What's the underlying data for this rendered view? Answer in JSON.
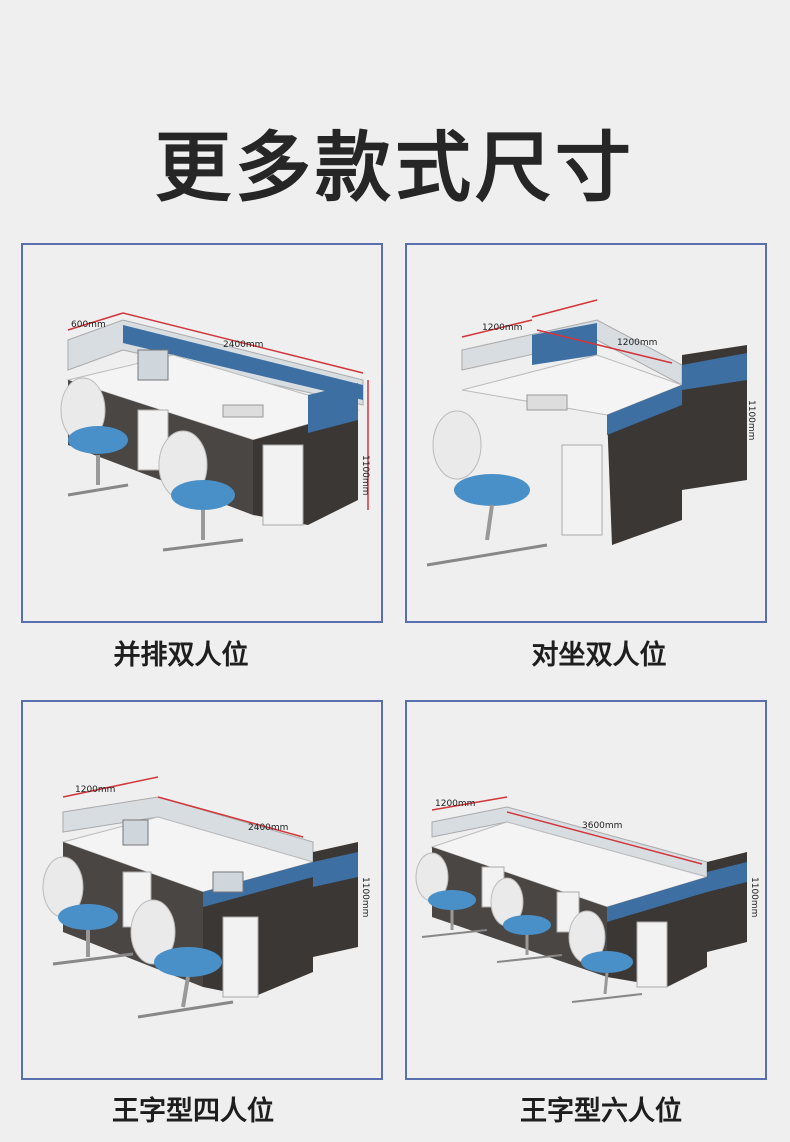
{
  "page": {
    "title": "更多款式尺寸"
  },
  "products": [
    {
      "label": "并排双人位",
      "dims": [
        "600mm",
        "2400mm",
        "1100mm"
      ]
    },
    {
      "label": "对坐双人位",
      "dims": [
        "1200mm",
        "1200mm",
        "1100mm"
      ]
    },
    {
      "label": "王字型四人位",
      "dims": [
        "1200mm",
        "2400mm",
        "1100mm"
      ]
    },
    {
      "label": "王字型六人位",
      "dims": [
        "1200mm",
        "3600mm",
        "1100mm"
      ]
    }
  ],
  "colors": {
    "frame": "#5a6fb0",
    "panel_blue": "#3e6fa3",
    "panel_dark": "#3b3735",
    "chair_seat": "#4a90c8",
    "dim_line": "#d0363a"
  }
}
